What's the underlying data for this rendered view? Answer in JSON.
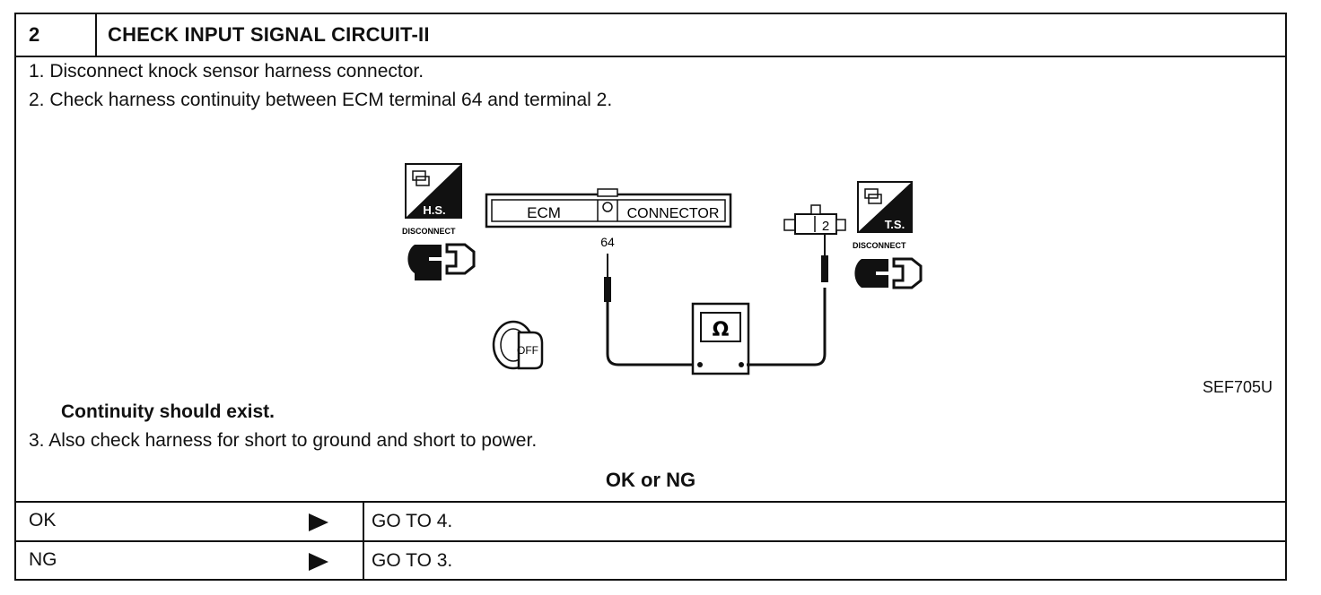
{
  "header": {
    "number": "2",
    "title": "CHECK INPUT SIGNAL CIRCUIT-II"
  },
  "steps": [
    "1.  Disconnect knock sensor harness connector.",
    "2.  Check harness continuity between ECM terminal 64 and terminal 2."
  ],
  "diagram": {
    "left_badge": "H.S.",
    "left_label": "DISCONNECT",
    "ecm_label": "ECM",
    "connector_label": "CONNECTOR",
    "ecm_terminal": "64",
    "sensor_terminal": "2",
    "right_badge": "T.S.",
    "right_label": "DISCONNECT",
    "meter_symbol": "Ω",
    "key_label": "OFF",
    "figure_code": "SEF705U"
  },
  "spec": "Continuity should exist.",
  "step3": "3.  Also check harness for short to ground and short to power.",
  "result_heading": "OK or NG",
  "results": [
    {
      "label": "OK",
      "action": "GO TO 4."
    },
    {
      "label": "NG",
      "action": "GO TO 3."
    }
  ]
}
